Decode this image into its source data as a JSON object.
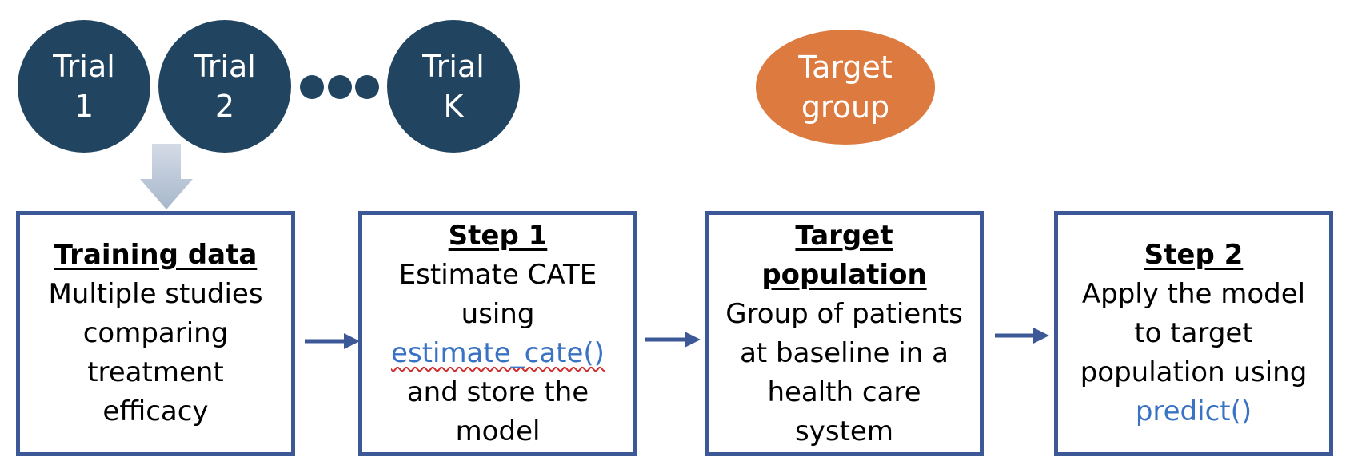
{
  "trials": [
    {
      "line1": "Trial",
      "line2": "1"
    },
    {
      "line1": "Trial",
      "line2": "2"
    },
    {
      "line1": "Trial",
      "line2": "K"
    }
  ],
  "target_group": {
    "line1": "Target",
    "line2": "group"
  },
  "boxes": {
    "training": {
      "heading": "Training data",
      "lines": [
        "Multiple studies",
        "comparing",
        "treatment",
        "efficacy"
      ]
    },
    "step1": {
      "heading": "Step 1",
      "line1": "Estimate CATE",
      "line2": "using",
      "function": "estimate_cate()",
      "line4": "and store the",
      "line5": "model"
    },
    "target_population": {
      "heading1": "Target",
      "heading2": "population",
      "lines": [
        "Group of patients",
        "at baseline in a",
        "health care",
        "system"
      ]
    },
    "step2": {
      "heading": "Step 2",
      "line1": "Apply the model",
      "line2": "to target",
      "line3": "population using",
      "function": "predict()"
    }
  },
  "colors": {
    "trial_fill": "#214561",
    "target_fill": "#dd7a3f",
    "box_border": "#3d5897",
    "arrow": "#3d5897",
    "function_text": "#3a73c4",
    "down_arrow": "#b7c4d6"
  }
}
